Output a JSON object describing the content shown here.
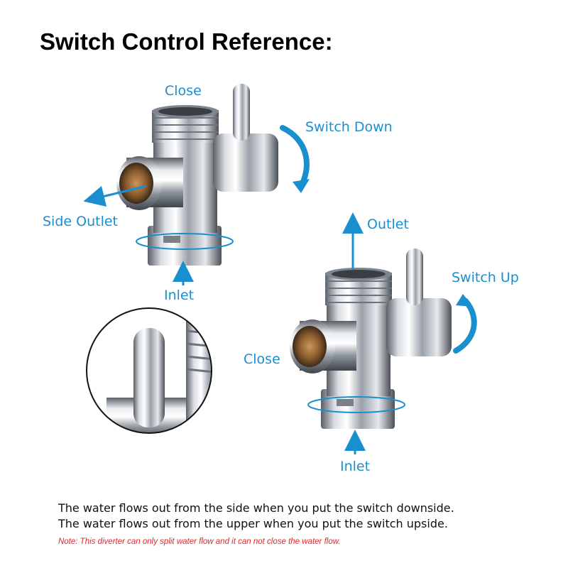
{
  "title": "Switch Control Reference:",
  "diagram_top": {
    "label_close": "Close",
    "label_switch": "Switch Down",
    "label_side_outlet": "Side Outlet",
    "label_inlet": "Inlet"
  },
  "diagram_bottom": {
    "label_outlet": "Outlet",
    "label_switch": "Switch Up",
    "label_close": "Close",
    "label_inlet": "Inlet"
  },
  "description": {
    "line1": "The water flows out from the side when you put the switch downside.",
    "line2": "The water flows out from the upper when you put the switch upside.",
    "note": "Note: This diverter can only split water flow and it can not close the water flow."
  },
  "colors": {
    "accent": "#1a8fd0",
    "note": "#e0252b"
  }
}
